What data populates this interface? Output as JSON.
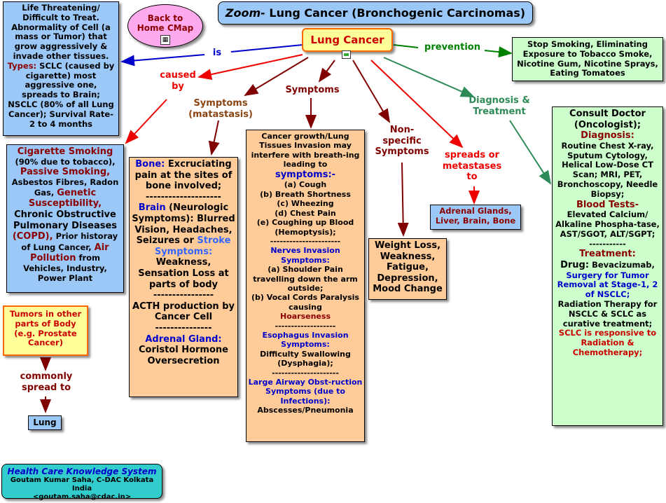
{
  "title": {
    "prefix": "Zoom-",
    "text": " Lung Cancer (Bronchogenic Carcinomas)"
  },
  "back_button": {
    "line1": "Back to",
    "line2": "Home CMap"
  },
  "center": {
    "label": "Lung Cancer"
  },
  "link_labels": {
    "is": "is",
    "prevention": "prevention",
    "caused_by": "caused by",
    "symptoms_metastasis": "Symptoms (matastasis)",
    "symptoms": "Symptoms",
    "nonspecific": "Non-specific Symptoms",
    "spreads": "spreads or metastases to",
    "diagnosis": "Diagnosis & Treatment",
    "commonly": "commonly spread to"
  },
  "definition": {
    "part1": "Life Threatening/ Difficult to Treat. Abnormality of Cell (a mass or Tumor) that grow aggressively & invade other tissues.",
    "types_label": "Types:",
    "part2": "SCLC (caused by cigarette) most aggressive one, spreads to Brain; NSCLC (80% of all Lung Cancer); Survival Rate- 2 to 4 months"
  },
  "prevention_box": {
    "text": "Stop Smoking, Eliminating Exposure to Tobacco Smoke, Nicotine Gum, Nicotine Sprays, Eating Tomatoes"
  },
  "causes": {
    "c1": "Cigarette Smoking",
    "t1": "(90% due to tobacco),",
    "c2": "Passive Smoking,",
    "t2": "Asbestos Fibres, Radon Gas,",
    "c3": "Genetic Susceptibility,",
    "t3": "Chronic Obstructive Pulmonary Diseases",
    "c4": "(COPD),",
    "t4": "Prior historay of Lung Cancer,",
    "c5": "Air Pollution",
    "t5": "from Vehicles, Industry, Power Plant"
  },
  "metastasis_box": {
    "bone_label": "Bone:",
    "bone_text": "Excruciating pain at the sites of bone involved;",
    "sep1": "--------------------",
    "brain_label": "Brain",
    "brain_text": "(Neurologic Symptoms): Blurred Vision, Headaches, Seizures or",
    "stroke_label": "Stroke Symptoms:",
    "stroke_text": "Weakness, Sensation Loss at parts of body",
    "sep2": "----------------",
    "acth": "ACTH production by Cancer Cell",
    "sep3": "---------------",
    "adrenal_label": "Adrenal Gland:",
    "adrenal_text": "Coristol Hormone Oversecretion"
  },
  "symptoms_box": {
    "intro": "Cancer growth/Lung Tissues Invasion may interfere with breath-ing leading to",
    "symptoms_label": "symptoms:-",
    "items": [
      "(a) Cough",
      "(b) Breath Shortness",
      "(c) Wheezing",
      "(d) Chest Pain",
      "(e) Coughing up Blood (Hemoptysis);"
    ],
    "sep1": "----------------------",
    "nerves_label": "Nerves Invasion Symptoms:",
    "nerves_a": "(a) Shoulder Pain travelling down the arm outside;",
    "nerves_b": "(b)  Vocal Cords Paralysis causing",
    "hoarseness": "Hoarseness",
    "sep2": "-------------------",
    "esoph_label": "Esophagus Invasion Symptoms:",
    "esoph_text": "Difficulty Swallowing (Dysphagia);",
    "sep3": "---------------------",
    "airway_label": "Large Airway Obst-ruction Symptoms (due to Infections):",
    "airway_text": "Abscesses/Pneumonia"
  },
  "nonspecific_box": {
    "text": "Weight Loss, Weakness, Fatigue, Depression, Mood Change"
  },
  "spread_box": {
    "text": "Adrenal Glands, Liver, Brain, Bone"
  },
  "diagnosis_box": {
    "consult": "Consult Doctor (Oncologist);",
    "diag_label": "Diagnosis:",
    "diag_text": "Routine Chest X-ray, Sputum Cytology, Helical Low-Dose CT Scan; MRI, PET, Bronchoscopy, Needle Biopsy;",
    "blood_label": "Blood Tests-",
    "blood_text": "Elevated Calcium/ Alkaline Phospha-tase, AST/SGOT, ALT/SGPT;",
    "sep": "-----------",
    "treat_label": "Treatment:",
    "drug_label": "Drug:",
    "drug_text": "Bevacizumab,",
    "surgery": "Surgery for Tumor Removal at Stage-1, 2 of NSCLC;",
    "radiation": "Radiation Therapy for NSCLC & SCLC as curative treatment;",
    "sclc": "SCLC is responsive to Radiation & Chemotherapy;"
  },
  "other_tumors": {
    "text": "Tumors in other parts of Body (e.g. Prostate Cancer)"
  },
  "lung_box": {
    "text": "Lung"
  },
  "footer": {
    "title": "Health Care Knowledge System",
    "author": "Goutam Kumar Saha, C-DAC Kolkata India",
    "email": "<goutam.saha@cdac.in>"
  },
  "colors": {
    "blue_box": "#9cc8f7",
    "green_box": "#ccffcc",
    "orange_box": "#ffcc99",
    "yellow_box": "#ffff99",
    "footer": "#33cccc",
    "back_button": "#ffaaee"
  },
  "icons": [
    "resource-icon",
    "cmap-icon"
  ]
}
